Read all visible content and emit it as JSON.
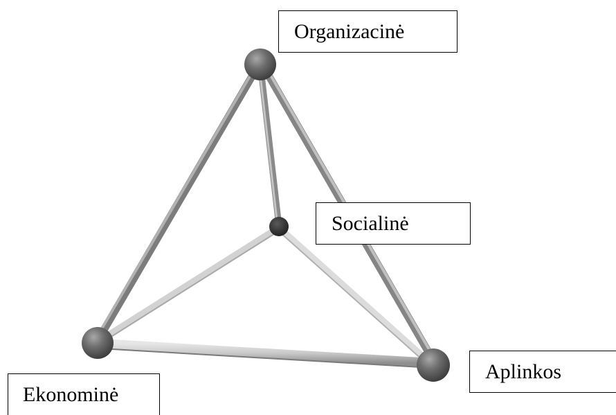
{
  "labels": {
    "top": "Organizacinė",
    "center": "Socialinė",
    "right": "Aplinkos",
    "left": "Ekonominė"
  },
  "colors": {
    "background": "#ffffff",
    "rod_light": "#dedede",
    "rod_mid": "#b4b4b4",
    "rod_dark": "#7a7a7a",
    "ball_base": "#6e6e6e",
    "ball_dark": "#3c3c3c",
    "ball_highlight": "#a8a8a8",
    "border": "#000000"
  }
}
